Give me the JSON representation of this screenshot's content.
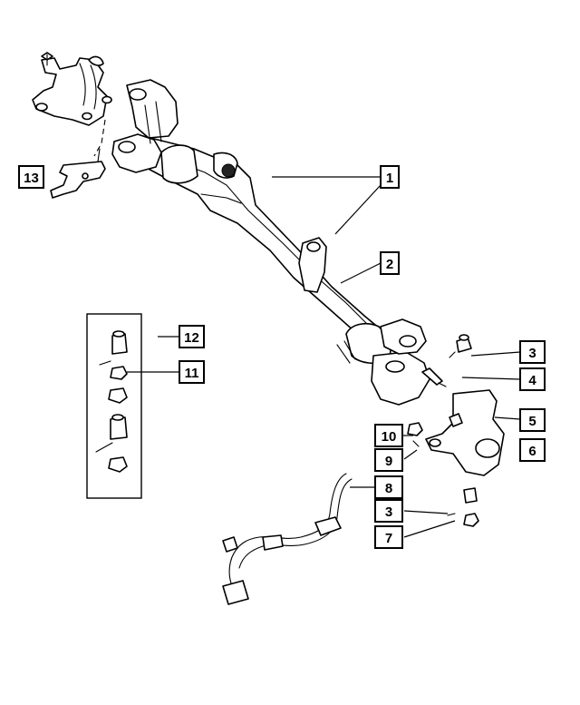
{
  "callouts": [
    {
      "label": "1"
    },
    {
      "label": "2"
    },
    {
      "label": "3"
    },
    {
      "label": "4"
    },
    {
      "label": "5"
    },
    {
      "label": "6"
    },
    {
      "label": "10"
    },
    {
      "label": "9"
    },
    {
      "label": "8"
    },
    {
      "label": "3"
    },
    {
      "label": "7"
    },
    {
      "label": "12"
    },
    {
      "label": "11"
    },
    {
      "label": "13"
    }
  ],
  "colors": {
    "line": "#000000",
    "background": "#ffffff"
  }
}
